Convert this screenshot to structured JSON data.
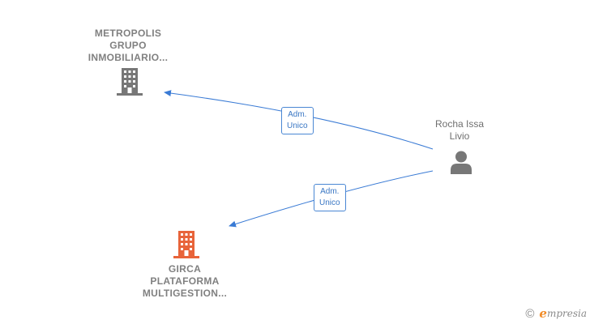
{
  "nodes": {
    "metropolis": {
      "label_lines": [
        "METROPOLIS",
        "GRUPO",
        "INMOBILIARIO..."
      ],
      "icon": "building-icon",
      "color": "#777777"
    },
    "girca": {
      "label_lines": [
        "GIRCA",
        "PLATAFORMA",
        "MULTIGESTION..."
      ],
      "icon": "building-icon",
      "color": "#e8643a"
    },
    "rocha": {
      "label_lines": [
        "Rocha Issa",
        "Livio"
      ],
      "icon": "person-icon",
      "color": "#777777"
    }
  },
  "edges": [
    {
      "from": "rocha",
      "to": "metropolis",
      "label_lines": [
        "Adm.",
        "Unico"
      ]
    },
    {
      "from": "rocha",
      "to": "girca",
      "label_lines": [
        "Adm.",
        "Unico"
      ]
    }
  ],
  "colors": {
    "edge": "#3a7bd5",
    "edge_label_border": "#4a87d4",
    "watermark_accent": "#f28c28"
  },
  "watermark": {
    "copyright": "©",
    "brand_initial": "e",
    "brand_rest": "mpresia"
  }
}
